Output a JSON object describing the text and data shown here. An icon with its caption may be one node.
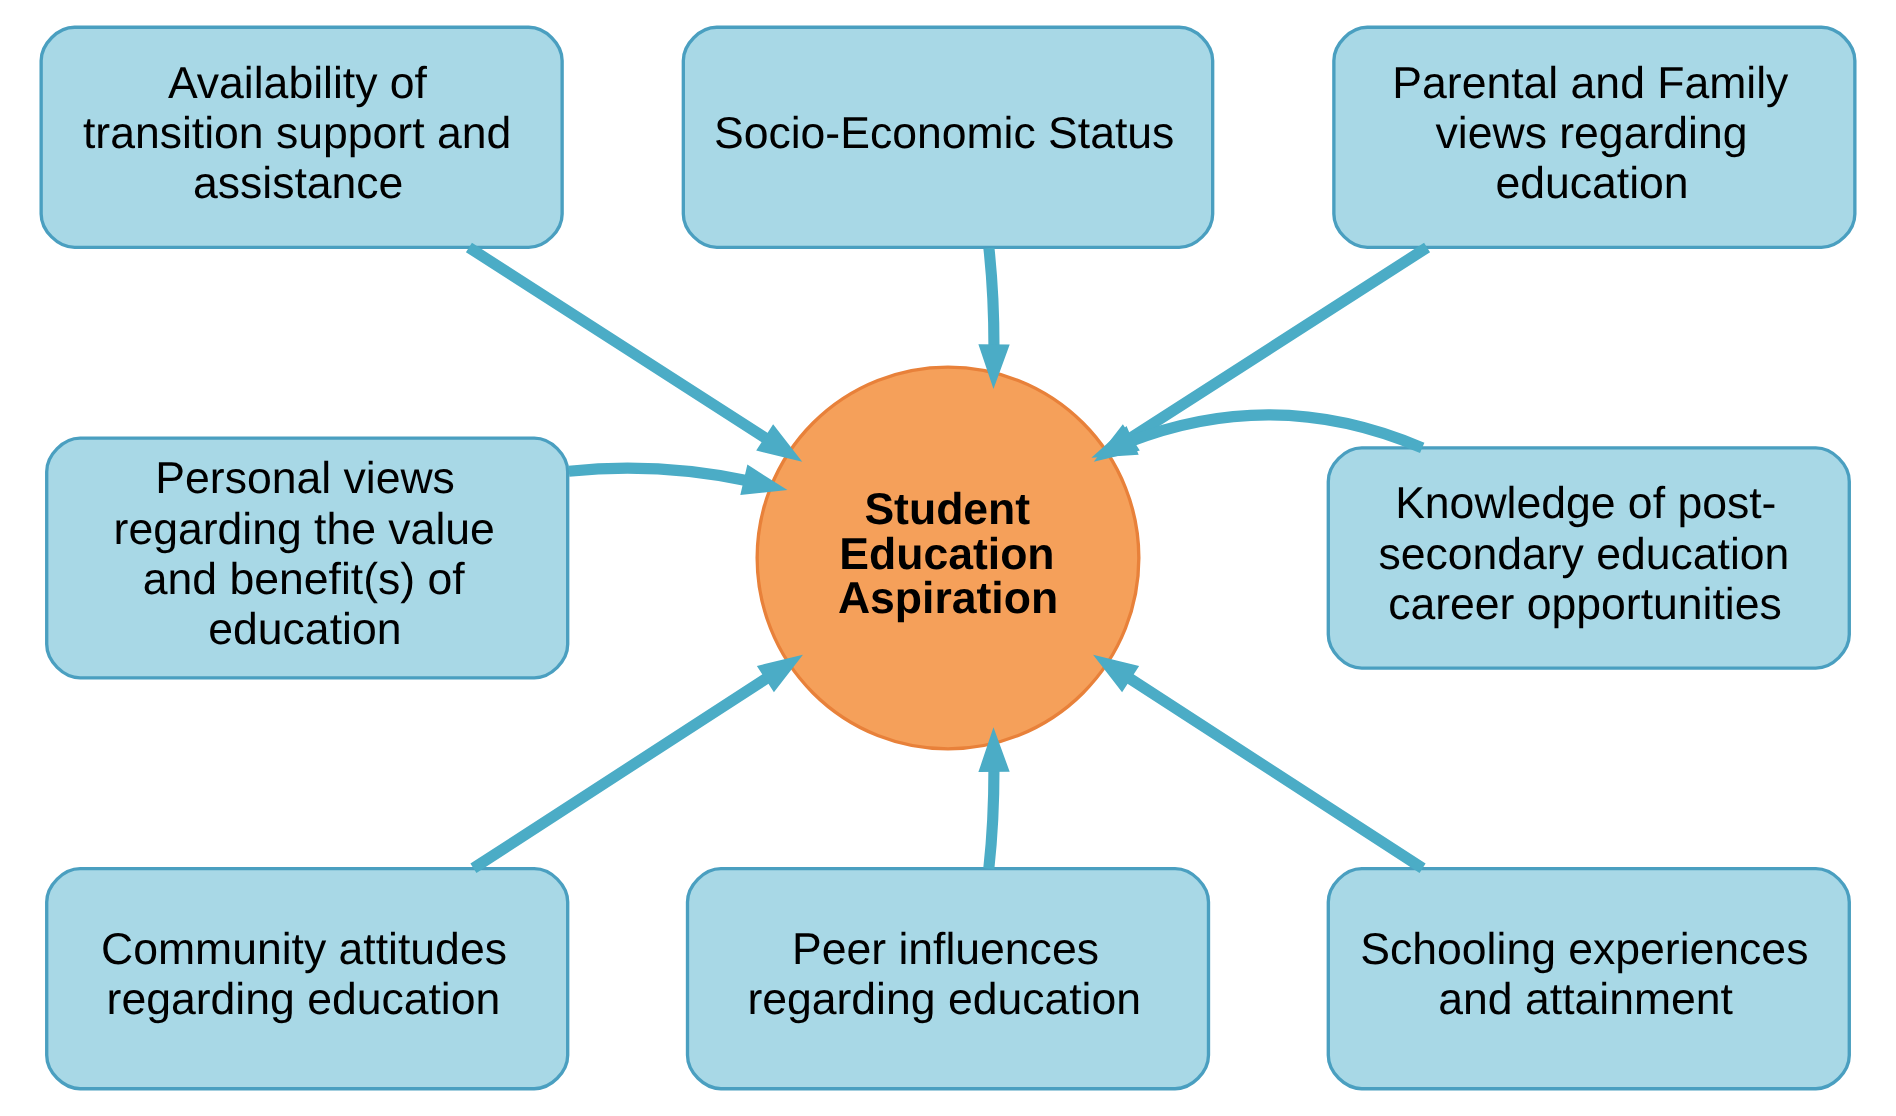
{
  "diagram": {
    "nodes": [
      {
        "text": [
          "Availability of transition support and assistance"
        ]
      },
      {
        "text": [
          "Socio-Economic Status"
        ]
      },
      {
        "text": [
          "Parental and Family views regarding education"
        ]
      },
      {
        "text": [
          "Personal views regarding the value and benefit(s) of education"
        ]
      },
      {
        "text": [
          "Student Education Aspiration"
        ]
      },
      {
        "text": [
          "Knowledge of post-secondary education career opportunities"
        ]
      },
      {
        "text": [
          "Community attitudes regarding education"
        ]
      },
      {
        "text": [
          "Peer influences regarding education"
        ]
      },
      {
        "text": [
          "Schooling experiences and attainment"
        ]
      }
    ],
    "edges": [
      {
        "from": 0,
        "to": 4,
        "arrow": "to"
      },
      {
        "from": 1,
        "to": 4,
        "arrow": "to"
      },
      {
        "from": 2,
        "to": 4,
        "arrow": "to"
      },
      {
        "from": 3,
        "to": 4,
        "arrow": "to"
      },
      {
        "from": 5,
        "to": 4,
        "arrow": "to"
      },
      {
        "from": 6,
        "to": 4,
        "arrow": "to"
      },
      {
        "from": 7,
        "to": 4,
        "arrow": "to"
      },
      {
        "from": 8,
        "to": 4,
        "arrow": "to"
      }
    ]
  }
}
